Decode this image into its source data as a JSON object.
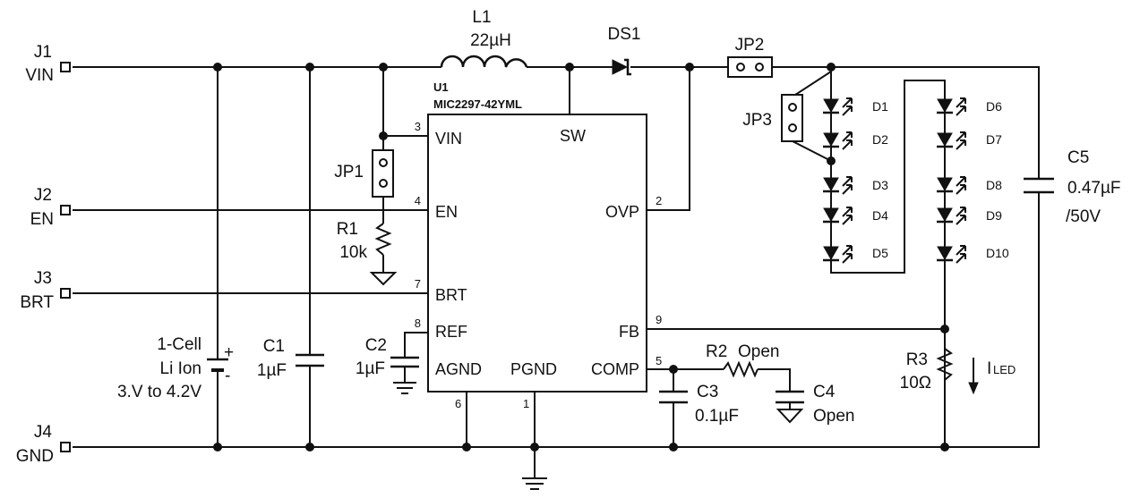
{
  "connectors": [
    {
      "ref": "J1",
      "name": "VIN"
    },
    {
      "ref": "J2",
      "name": "EN"
    },
    {
      "ref": "J3",
      "name": "BRT"
    },
    {
      "ref": "J4",
      "name": "GND"
    }
  ],
  "inductor": {
    "ref": "L1",
    "value": "22µH"
  },
  "diode": {
    "ref": "DS1"
  },
  "ic": {
    "ref": "U1",
    "part": "MIC2297-42YML",
    "pins": {
      "vin": "VIN",
      "sw": "SW",
      "en": "EN",
      "ovp": "OVP",
      "brt": "BRT",
      "ref": "REF",
      "fb": "FB",
      "agnd": "AGND",
      "pgnd": "PGND",
      "comp": "COMP"
    },
    "pin_numbers": {
      "vin": "3",
      "en": "4",
      "brt": "7",
      "ref": "8",
      "ovp": "2",
      "fb": "9",
      "comp": "5",
      "agnd": "6",
      "pgnd": "1"
    }
  },
  "jumpers": {
    "jp1": "JP1",
    "jp2": "JP2",
    "jp3": "JP3"
  },
  "resistors": {
    "r1": {
      "ref": "R1",
      "value": "10k"
    },
    "r2": {
      "ref": "R2",
      "value": "Open"
    },
    "r3": {
      "ref": "R3",
      "value": "10Ω"
    }
  },
  "capacitors": {
    "c1": {
      "ref": "C1",
      "value": "1µF"
    },
    "c2": {
      "ref": "C2",
      "value": "1µF"
    },
    "c3": {
      "ref": "C3",
      "value": "0.1µF"
    },
    "c4": {
      "ref": "C4",
      "value": "Open"
    },
    "c5": {
      "ref": "C5",
      "value": "0.47µF",
      "rating": "/50V"
    }
  },
  "battery": {
    "line1": "1-Cell",
    "line2": "Li Ion",
    "line3": "3.V to 4.2V",
    "plus": "+",
    "minus": "-"
  },
  "leds": [
    "D1",
    "D2",
    "D3",
    "D4",
    "D5",
    "D6",
    "D7",
    "D8",
    "D9",
    "D10"
  ],
  "current_label": {
    "main": "I",
    "sub": "LED"
  }
}
